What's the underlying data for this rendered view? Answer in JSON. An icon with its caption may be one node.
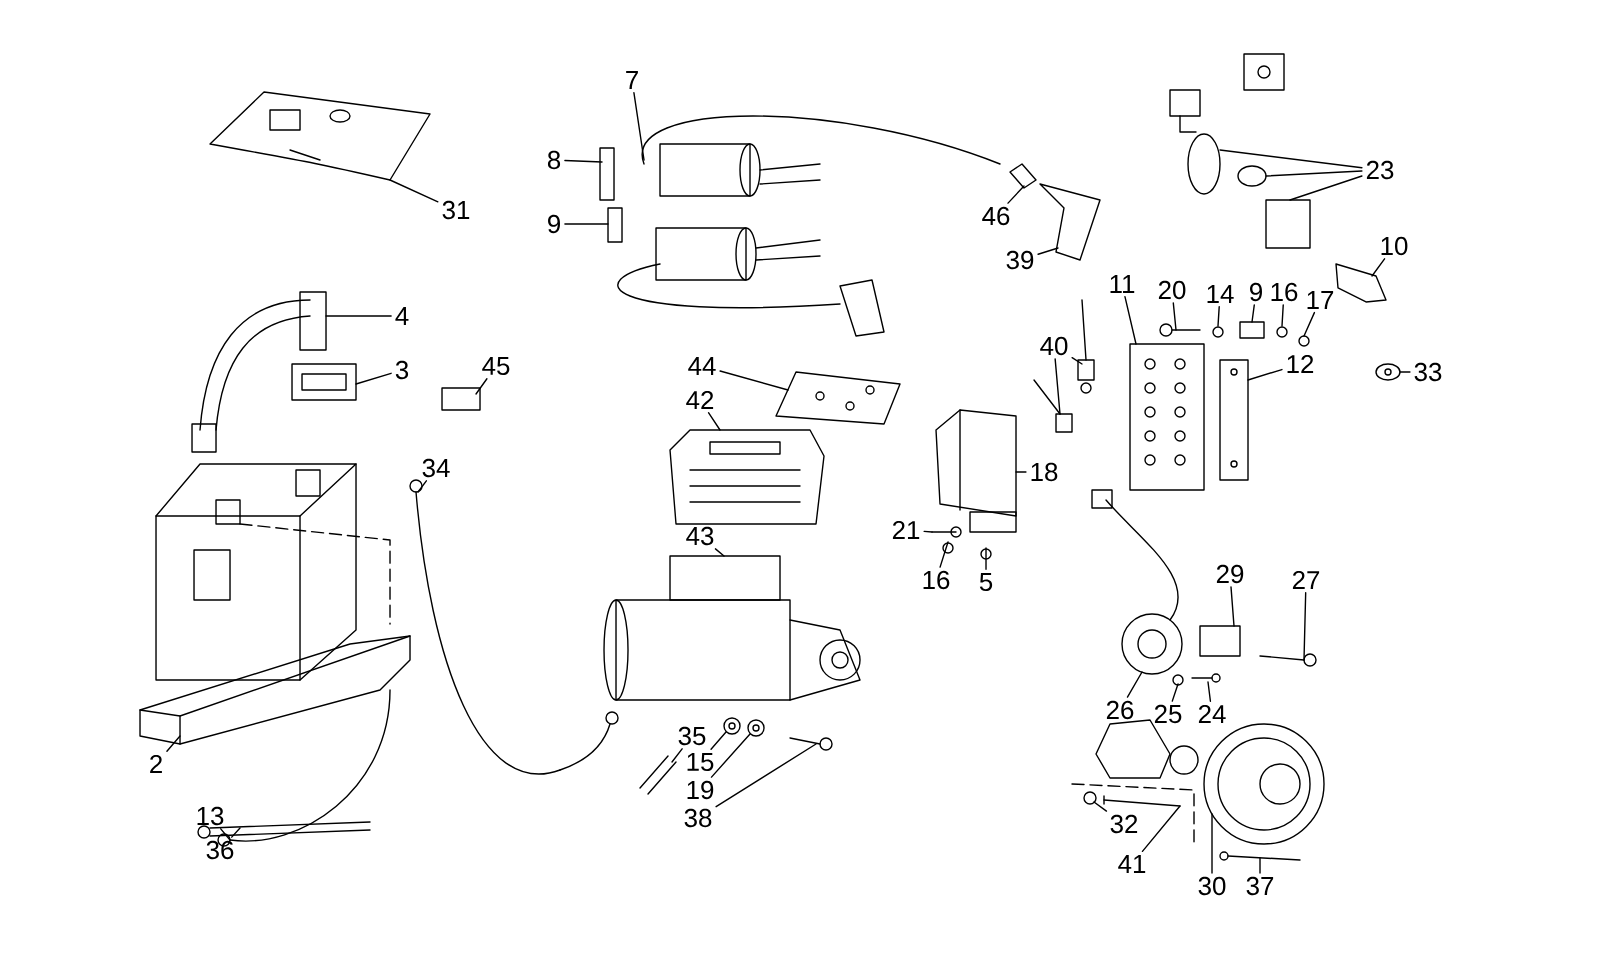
{
  "diagram": {
    "nodes": [
      {
        "text": [
          "7"
        ]
      },
      {
        "text": [
          "8"
        ]
      },
      {
        "text": [
          "23"
        ]
      },
      {
        "text": [
          "31"
        ]
      },
      {
        "text": [
          "46"
        ]
      },
      {
        "text": [
          "9"
        ]
      },
      {
        "text": [
          "10"
        ]
      },
      {
        "text": [
          "39"
        ]
      },
      {
        "text": [
          "11"
        ]
      },
      {
        "text": [
          "20"
        ]
      },
      {
        "text": [
          "14"
        ]
      },
      {
        "text": [
          "9"
        ]
      },
      {
        "text": [
          "16"
        ]
      },
      {
        "text": [
          "17"
        ]
      },
      {
        "text": [
          "4"
        ]
      },
      {
        "text": [
          "40"
        ]
      },
      {
        "text": [
          "12"
        ]
      },
      {
        "text": [
          "33"
        ]
      },
      {
        "text": [
          "44"
        ]
      },
      {
        "text": [
          "3"
        ]
      },
      {
        "text": [
          "45"
        ]
      },
      {
        "text": [
          "42"
        ]
      },
      {
        "text": [
          "34"
        ]
      },
      {
        "text": [
          "18"
        ]
      },
      {
        "text": [
          "21"
        ]
      },
      {
        "text": [
          "43"
        ]
      },
      {
        "text": [
          "29"
        ]
      },
      {
        "text": [
          "27"
        ]
      },
      {
        "text": [
          "16"
        ]
      },
      {
        "text": [
          "5"
        ]
      },
      {
        "text": [
          "26"
        ]
      },
      {
        "text": [
          "25"
        ]
      },
      {
        "text": [
          "24"
        ]
      },
      {
        "text": [
          "2"
        ]
      },
      {
        "text": [
          "35"
        ]
      },
      {
        "text": [
          "15"
        ]
      },
      {
        "text": [
          "19"
        ]
      },
      {
        "text": [
          "38"
        ]
      },
      {
        "text": [
          "13"
        ]
      },
      {
        "text": [
          "32"
        ]
      },
      {
        "text": [
          "36"
        ]
      },
      {
        "text": [
          "41"
        ]
      },
      {
        "text": [
          "30"
        ]
      },
      {
        "text": [
          "37"
        ]
      },
      {
        "text": [],
        "shape": "picture"
      },
      {
        "text": [],
        "shape": "box"
      },
      {
        "text": [],
        "shape": "box"
      },
      {
        "text": [],
        "shape": "picture"
      },
      {
        "text": [],
        "shape": "picture"
      },
      {
        "text": [],
        "shape": "picture"
      },
      {
        "text": [],
        "shape": "circle"
      },
      {
        "text": [],
        "shape": "circle"
      },
      {
        "text": [],
        "shape": "box"
      },
      {
        "text": [],
        "shape": "picture"
      },
      {
        "text": [],
        "shape": "picture"
      },
      {
        "text": [],
        "shape": "picture"
      },
      {
        "text": [],
        "shape": "picture"
      },
      {
        "text": [],
        "shape": "box"
      },
      {
        "text": [],
        "shape": "picture"
      },
      {
        "text": [],
        "shape": "picture"
      },
      {
        "text": [],
        "shape": "picture"
      },
      {
        "text": [],
        "shape": "picture"
      },
      {
        "text": [],
        "shape": "picture"
      },
      {
        "text": [],
        "shape": "picture"
      },
      {
        "text": [],
        "shape": "picture"
      },
      {
        "text": [],
        "shape": "picture"
      },
      {
        "text": [],
        "shape": "box"
      },
      {
        "text": [],
        "shape": "picture"
      },
      {
        "text": [],
        "shape": "picture"
      },
      {
        "text": [],
        "shape": "picture"
      },
      {
        "text": [],
        "shape": "picture"
      },
      {
        "text": [],
        "shape": "picture"
      },
      {
        "text": [],
        "shape": "picture"
      },
      {
        "text": [],
        "shape": "picture"
      },
      {
        "text": [],
        "shape": "picture"
      },
      {
        "text": [],
        "shape": "box"
      },
      {
        "text": [],
        "shape": "picture"
      },
      {
        "text": [],
        "shape": "picture"
      },
      {
        "text": [],
        "shape": "picture"
      },
      {
        "text": [],
        "shape": "picture"
      },
      {
        "text": [],
        "shape": "picture"
      },
      {
        "text": [],
        "shape": "picture"
      },
      {
        "text": [],
        "shape": "picture"
      },
      {
        "text": [],
        "shape": "picture"
      },
      {
        "text": [],
        "shape": "picture"
      },
      {
        "text": [],
        "shape": "picture"
      },
      {
        "text": [],
        "shape": "picture"
      },
      {
        "text": [],
        "shape": "picture"
      },
      {
        "text": [],
        "shape": "picture"
      },
      {
        "text": [],
        "shape": "picture"
      },
      {
        "text": [],
        "shape": "picture"
      }
    ],
    "edges": [
      {
        "from": 0,
        "to": 47,
        "arrow": "none"
      },
      {
        "from": 1,
        "to": 45,
        "arrow": "none"
      },
      {
        "from": 2,
        "to": 50,
        "arrow": "none"
      },
      {
        "from": 2,
        "to": 51,
        "arrow": "none"
      },
      {
        "from": 2,
        "to": 52,
        "arrow": "none"
      },
      {
        "from": 3,
        "to": 44,
        "arrow": "none"
      },
      {
        "from": 4,
        "to": 48,
        "arrow": "none"
      },
      {
        "from": 5,
        "to": 46,
        "arrow": "none"
      },
      {
        "from": 6,
        "to": 53,
        "arrow": "none"
      },
      {
        "from": 7,
        "to": 49,
        "arrow": "none"
      },
      {
        "from": 8,
        "to": 63,
        "arrow": "none"
      },
      {
        "from": 9,
        "to": 64,
        "arrow": "none"
      },
      {
        "from": 10,
        "to": 65,
        "arrow": "none"
      },
      {
        "from": 11,
        "to": 66,
        "arrow": "none"
      },
      {
        "from": 12,
        "to": 67,
        "arrow": "none"
      },
      {
        "from": 13,
        "to": 68,
        "arrow": "none"
      },
      {
        "from": 14,
        "to": 55,
        "arrow": "none"
      },
      {
        "from": 15,
        "to": 61,
        "arrow": "none"
      },
      {
        "from": 15,
        "to": 62,
        "arrow": "none"
      },
      {
        "from": 16,
        "to": 69,
        "arrow": "none"
      },
      {
        "from": 17,
        "to": 54,
        "arrow": "none"
      },
      {
        "from": 18,
        "to": 58,
        "arrow": "none"
      },
      {
        "from": 19,
        "to": 56,
        "arrow": "none"
      },
      {
        "from": 20,
        "to": 57,
        "arrow": "none"
      },
      {
        "from": 21,
        "to": 59,
        "arrow": "none"
      },
      {
        "from": 22,
        "to": 60,
        "arrow": "none"
      },
      {
        "from": 23,
        "to": 70,
        "arrow": "none"
      },
      {
        "from": 24,
        "to": 71,
        "arrow": "none"
      },
      {
        "from": 25,
        "to": 74,
        "arrow": "none"
      },
      {
        "from": 26,
        "to": 75,
        "arrow": "none"
      },
      {
        "from": 27,
        "to": 76,
        "arrow": "none"
      },
      {
        "from": 28,
        "to": 72,
        "arrow": "none"
      },
      {
        "from": 29,
        "to": 73,
        "arrow": "none"
      },
      {
        "from": 30,
        "to": 77,
        "arrow": "none"
      },
      {
        "from": 31,
        "to": 78,
        "arrow": "none"
      },
      {
        "from": 32,
        "to": 79,
        "arrow": "none"
      },
      {
        "from": 33,
        "to": 80,
        "arrow": "none"
      },
      {
        "from": 34,
        "to": 81,
        "arrow": "none"
      },
      {
        "from": 35,
        "to": 82,
        "arrow": "none"
      },
      {
        "from": 36,
        "to": 83,
        "arrow": "none"
      },
      {
        "from": 37,
        "to": 84,
        "arrow": "none"
      },
      {
        "from": 38,
        "to": 85,
        "arrow": "none"
      },
      {
        "from": 39,
        "to": 86,
        "arrow": "none"
      },
      {
        "from": 40,
        "to": 87,
        "arrow": "none"
      },
      {
        "from": 41,
        "to": 88,
        "arrow": "none"
      },
      {
        "from": 42,
        "to": 89,
        "arrow": "none"
      },
      {
        "from": 43,
        "to": 90,
        "arrow": "none"
      }
    ]
  }
}
